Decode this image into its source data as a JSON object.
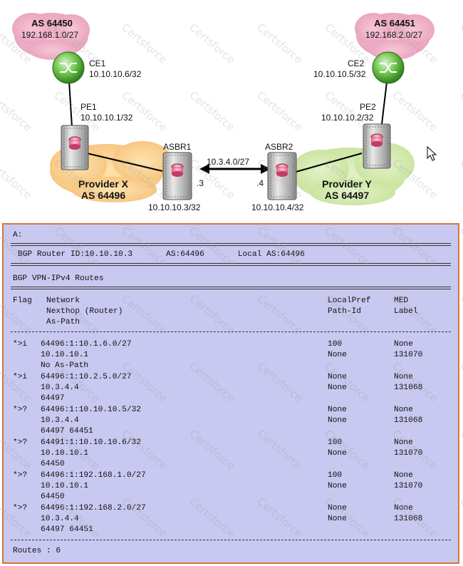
{
  "diagram": {
    "as_left": {
      "name": "AS 64450",
      "prefix": "192.168.1.0/27"
    },
    "as_right": {
      "name": "AS 64451",
      "prefix": "192.168.2.0/27"
    },
    "ce1": {
      "name": "CE1",
      "ip": "10.10.10.6/32"
    },
    "ce2": {
      "name": "CE2",
      "ip": "10.10.10.5/32"
    },
    "pe1": {
      "name": "PE1",
      "ip": "10.10.10.1/32"
    },
    "pe2": {
      "name": "PE2",
      "ip": "10.10.10.2/32"
    },
    "asbr1": {
      "name": "ASBR1",
      "ip": "10.10.10.3/32",
      "iface": ".3"
    },
    "asbr2": {
      "name": "ASBR2",
      "ip": "10.10.10.4/32",
      "iface": ".4"
    },
    "link": "10.3.4.0/27",
    "provider_x": {
      "name": "Provider X",
      "as": "AS 64496"
    },
    "provider_y": {
      "name": "Provider Y",
      "as": "AS 64497"
    },
    "watermark": "Certsforce"
  },
  "cli": {
    "prompt": "A:",
    "header": "BGP Router ID:10.10.10.3       AS:64496       Local AS:64496",
    "section": "BGP VPN-IPv4 Routes",
    "col_headers": {
      "flag": "Flag",
      "network": "Network",
      "nexthop": "Nexthop (Router)",
      "aspath": "As-Path",
      "localpref": "LocalPref",
      "pathid": "Path-Id",
      "med": "MED",
      "label": "Label"
    },
    "routes": [
      {
        "flag": "*>i",
        "network": "64496:1:10.1.6.0/27",
        "nexthop": "10.10.10.1",
        "aspath": "No As-Path",
        "localpref": "100",
        "pathid": "None",
        "med": "None",
        "label": "131070"
      },
      {
        "flag": "*>i",
        "network": "64496:1:10.2.5.0/27",
        "nexthop": "10.3.4.4",
        "aspath": "64497",
        "localpref": "None",
        "pathid": "None",
        "med": "None",
        "label": "131068"
      },
      {
        "flag": "*>?",
        "network": "64496:1:10.10.10.5/32",
        "nexthop": "10.3.4.4",
        "aspath": "64497 64451",
        "localpref": "None",
        "pathid": "None",
        "med": "None",
        "label": "131068"
      },
      {
        "flag": "*>?",
        "network": "64491:1:10.10.10.6/32",
        "nexthop": "10.10.10.1",
        "aspath": "64450",
        "localpref": "100",
        "pathid": "None",
        "med": "None",
        "label": "131070"
      },
      {
        "flag": "*>?",
        "network": "64496:1:192.168.1.0/27",
        "nexthop": "10.10.10.1",
        "aspath": "64450",
        "localpref": "100",
        "pathid": "None",
        "med": "None",
        "label": "131070"
      },
      {
        "flag": "*>?",
        "network": "64496:1:192.168.2.0/27",
        "nexthop": "10.3.4.4",
        "aspath": "64497 64451",
        "localpref": "None",
        "pathid": "None",
        "med": "None",
        "label": "131068"
      }
    ],
    "footer": "Routes : 6"
  }
}
